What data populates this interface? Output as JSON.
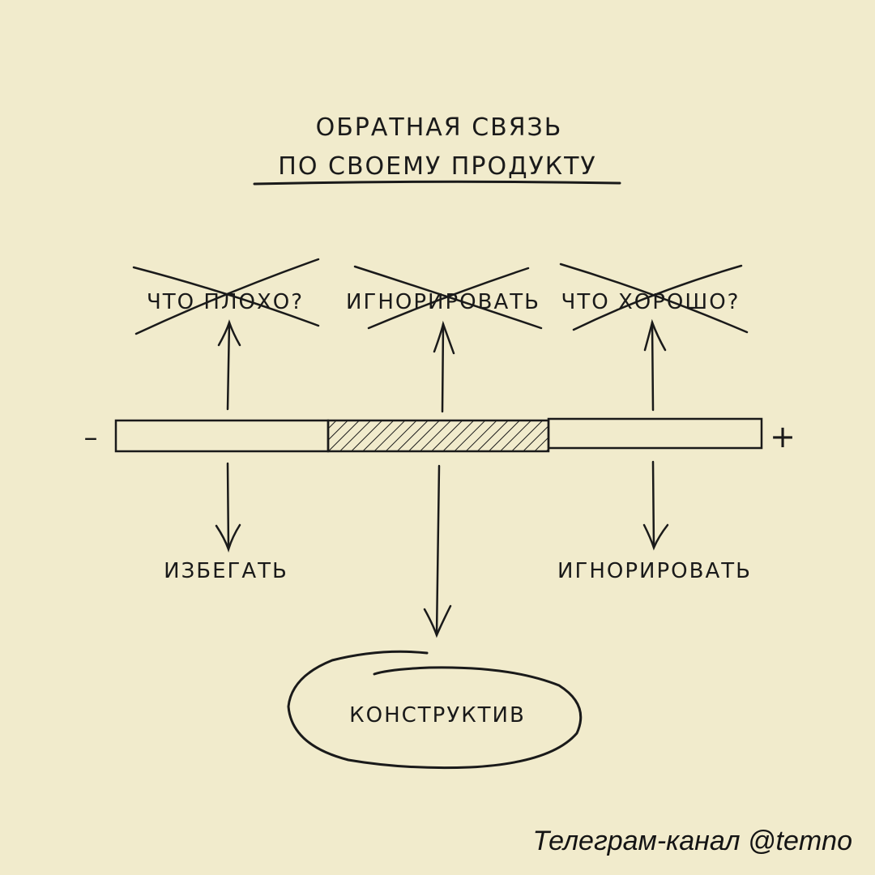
{
  "title": {
    "line1": "ОБРАТНАЯ СВЯЗЬ",
    "line2": "ПО СВОЕМУ ПРОДУКТУ"
  },
  "crossed_labels": {
    "left": "ЧТО ПЛОХО?",
    "middle": "ИГНОРИРОВАТЬ",
    "right": "ЧТО ХОРОШО?"
  },
  "scale": {
    "minus": "–",
    "plus": "+"
  },
  "outcomes": {
    "left": "ИЗБЕГАТЬ",
    "right": "ИГНОРИРОВАТЬ",
    "center": "КОНСТРУКТИВ"
  },
  "footer": "Телеграм-канал @temno",
  "colors": {
    "background": "#f1ebcc",
    "ink": "#1a1a1a"
  }
}
